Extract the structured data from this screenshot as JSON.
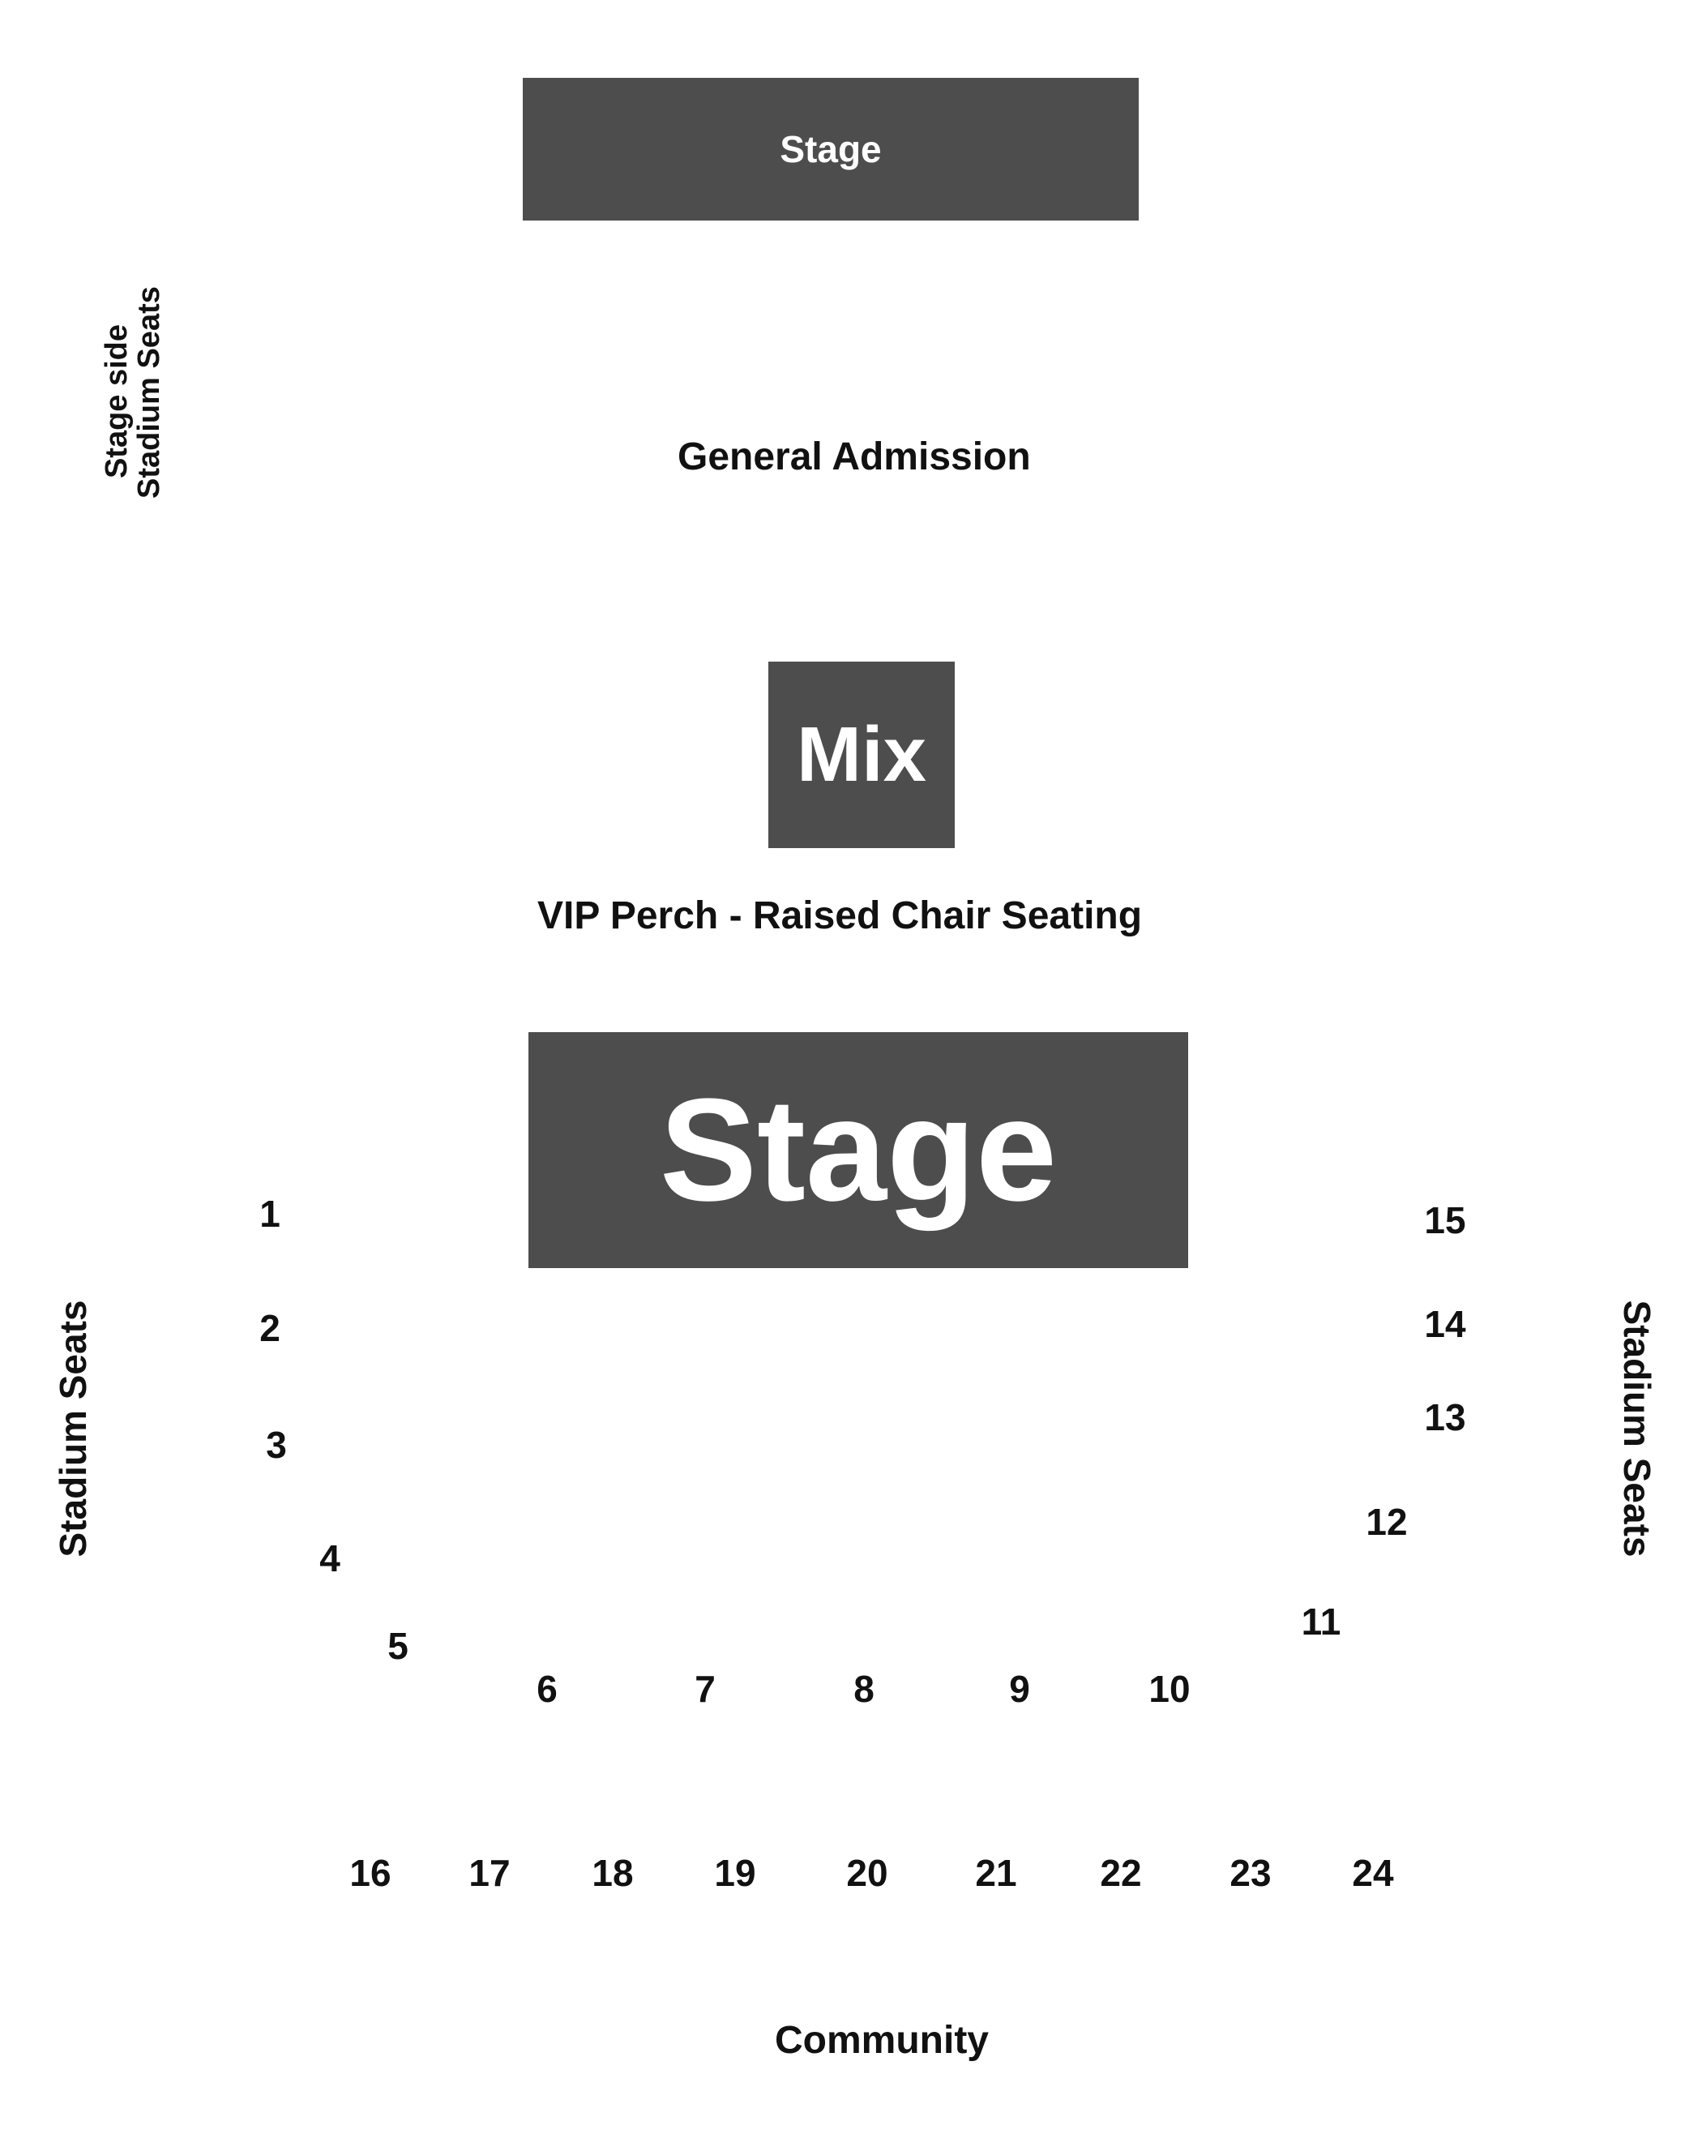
{
  "map": {
    "top_stage": "Stage",
    "side_note_line1": "Stage side",
    "side_note_line2": "Stadium Seats",
    "general_admission": "General Admission",
    "mix": "Mix",
    "vip": "VIP Perch - Raised Chair Seating",
    "main_stage": "Stage",
    "stadium_left": "Stadium Seats",
    "stadium_right": "Stadium Seats",
    "community": "Community",
    "sections_arc": [
      "1",
      "2",
      "3",
      "4",
      "5",
      "6",
      "7",
      "8",
      "9",
      "10",
      "11",
      "12",
      "13",
      "14",
      "15"
    ],
    "sections_row": [
      "16",
      "17",
      "18",
      "19",
      "20",
      "21",
      "22",
      "23",
      "24"
    ],
    "colors": {
      "block": "#4d4d4d",
      "block_text": "#ffffff",
      "text": "#111111"
    }
  }
}
